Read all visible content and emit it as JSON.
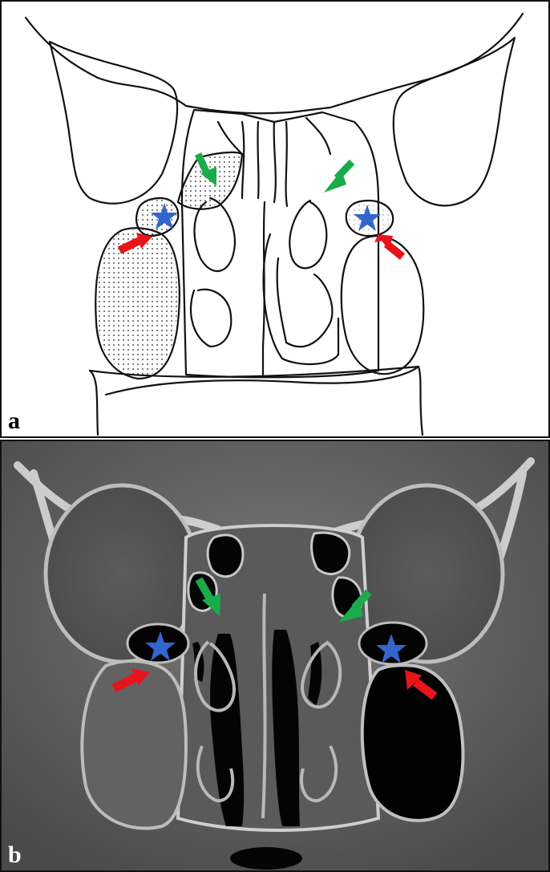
{
  "figure": {
    "panels": [
      {
        "id": "a",
        "label": "a",
        "kind": "line-drawing"
      },
      {
        "id": "b",
        "label": "b",
        "kind": "coronal-ct-grayscale"
      }
    ],
    "markers": {
      "red_arrow_color": "#e8141b",
      "green_arrow_color": "#1aac4b",
      "blue_star_color": "#3366cc"
    },
    "icons": [
      "red-arrow-icon",
      "green-arrow-icon",
      "blue-star-icon"
    ]
  }
}
